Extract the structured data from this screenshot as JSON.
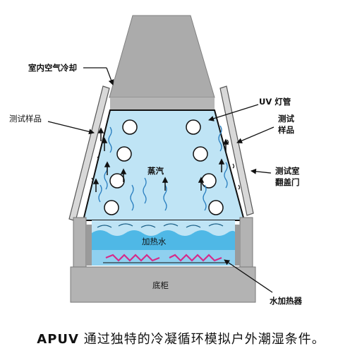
{
  "labels": {
    "indoor_air_cooling": "室内空气冷却",
    "test_sample_left": "测试样品",
    "uv_lamp": "UV 灯管",
    "test_sample_right_1": "测试",
    "test_sample_right_2": "样品",
    "steam": "蒸汽",
    "chamber_door_1": "测试室",
    "chamber_door_2": "翻盖门",
    "heated_water": "加热水",
    "base_cabinet": "底柜",
    "water_heater": "水加热器"
  },
  "caption": {
    "brand": "APUV",
    "text": " 通过独特的冷凝循环模拟户外潮湿条件。"
  },
  "colors": {
    "chamber_fill": "#bfe4f5",
    "water_fill": "#4fb8e6",
    "water_band": "#3aa6db",
    "gray_panel": "#a9a9a9",
    "heater_coil": "#d62a8a",
    "lamp_fill": "#ffffff"
  }
}
